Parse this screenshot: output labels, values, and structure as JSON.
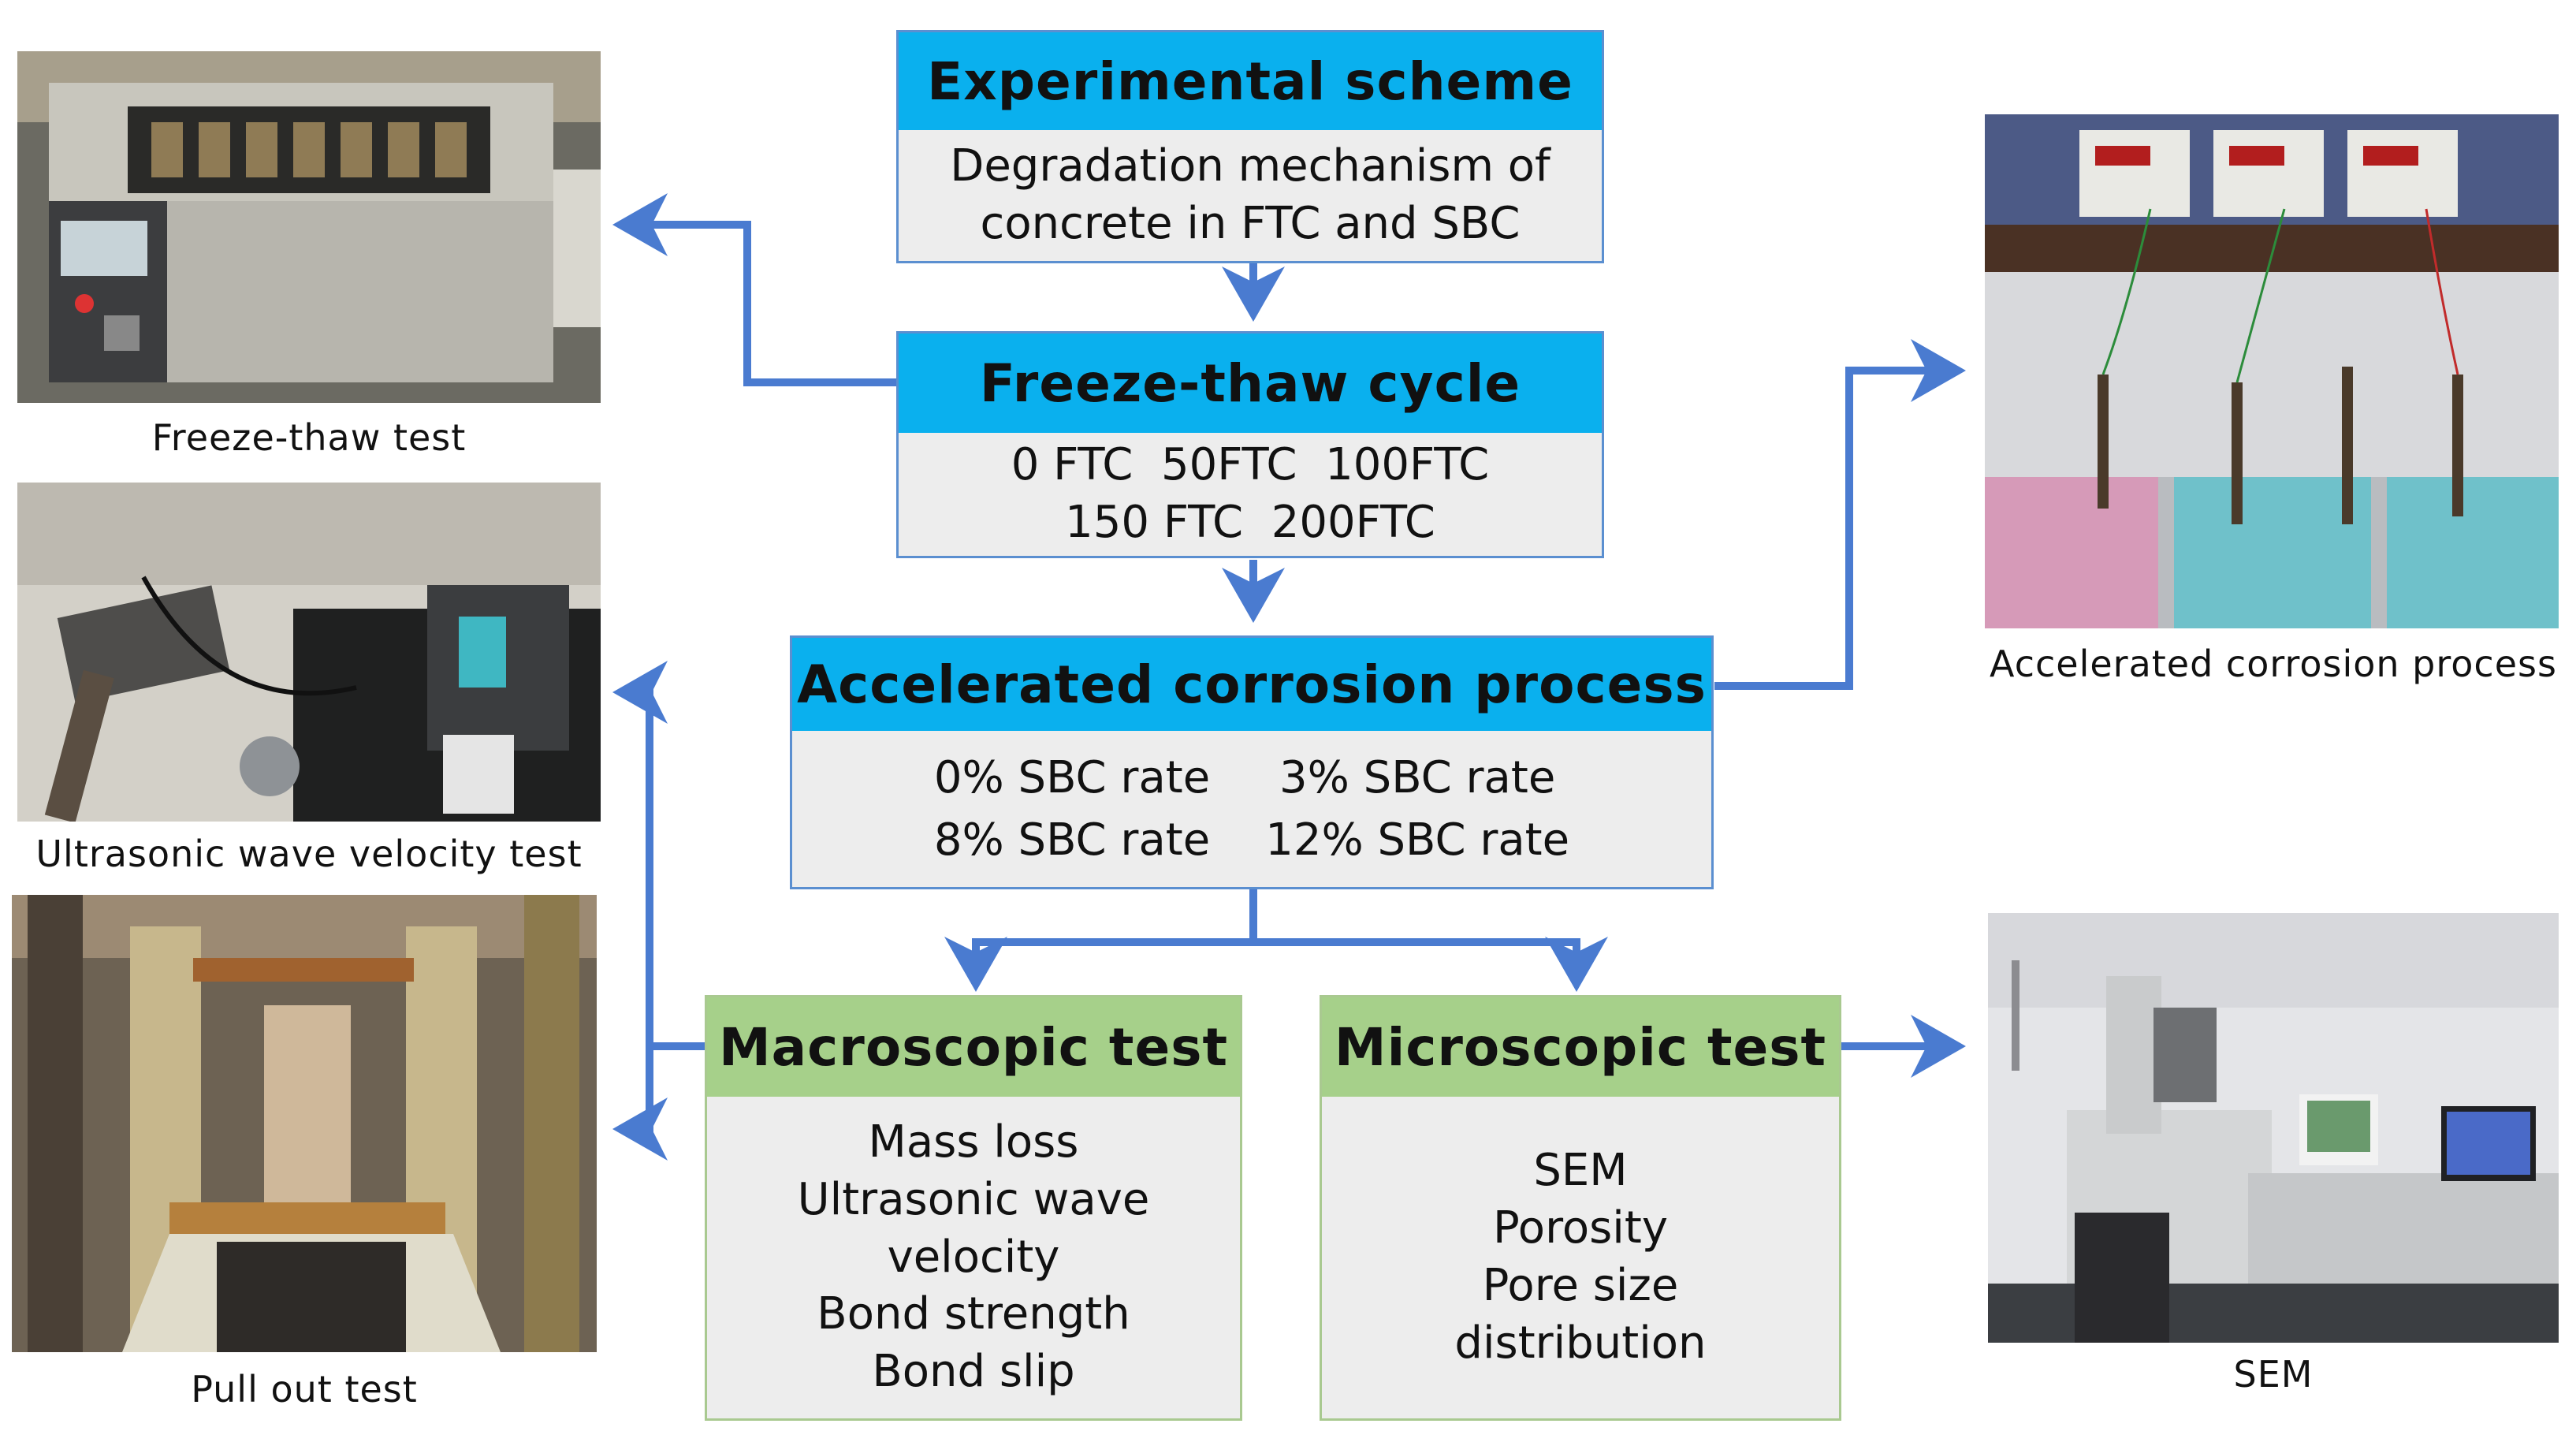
{
  "scheme": {
    "title": "Experimental scheme",
    "lines": [
      "Degradation mechanism of",
      "concrete in FTC and SBC"
    ]
  },
  "freeze_thaw": {
    "title": "Freeze-thaw cycle",
    "lines": [
      "0 FTC  50FTC  100FTC",
      "150 FTC  200FTC"
    ]
  },
  "corrosion": {
    "title": "Accelerated corrosion process",
    "items": [
      "0% SBC rate",
      "3% SBC rate",
      "8% SBC rate",
      "12% SBC rate"
    ]
  },
  "macro": {
    "title": "Macroscopic test",
    "items": [
      "Mass loss",
      "Ultrasonic wave",
      "velocity",
      "Bond strength",
      "Bond slip"
    ]
  },
  "micro": {
    "title": "Microscopic test",
    "items": [
      "SEM",
      "Porosity",
      "Pore size",
      "distribution"
    ]
  },
  "photos": {
    "freeze_thaw_test": "Freeze-thaw test",
    "ultrasonic_test": "Ultrasonic wave velocity test",
    "pull_out_test": "Pull out test",
    "corrosion_photo": "Accelerated corrosion process",
    "sem_photo": "SEM"
  },
  "colors": {
    "blue_header": "#0ab0ee",
    "green_header": "#a6d08a",
    "box_fill": "#ededed",
    "arrow": "#4a7bd0"
  }
}
